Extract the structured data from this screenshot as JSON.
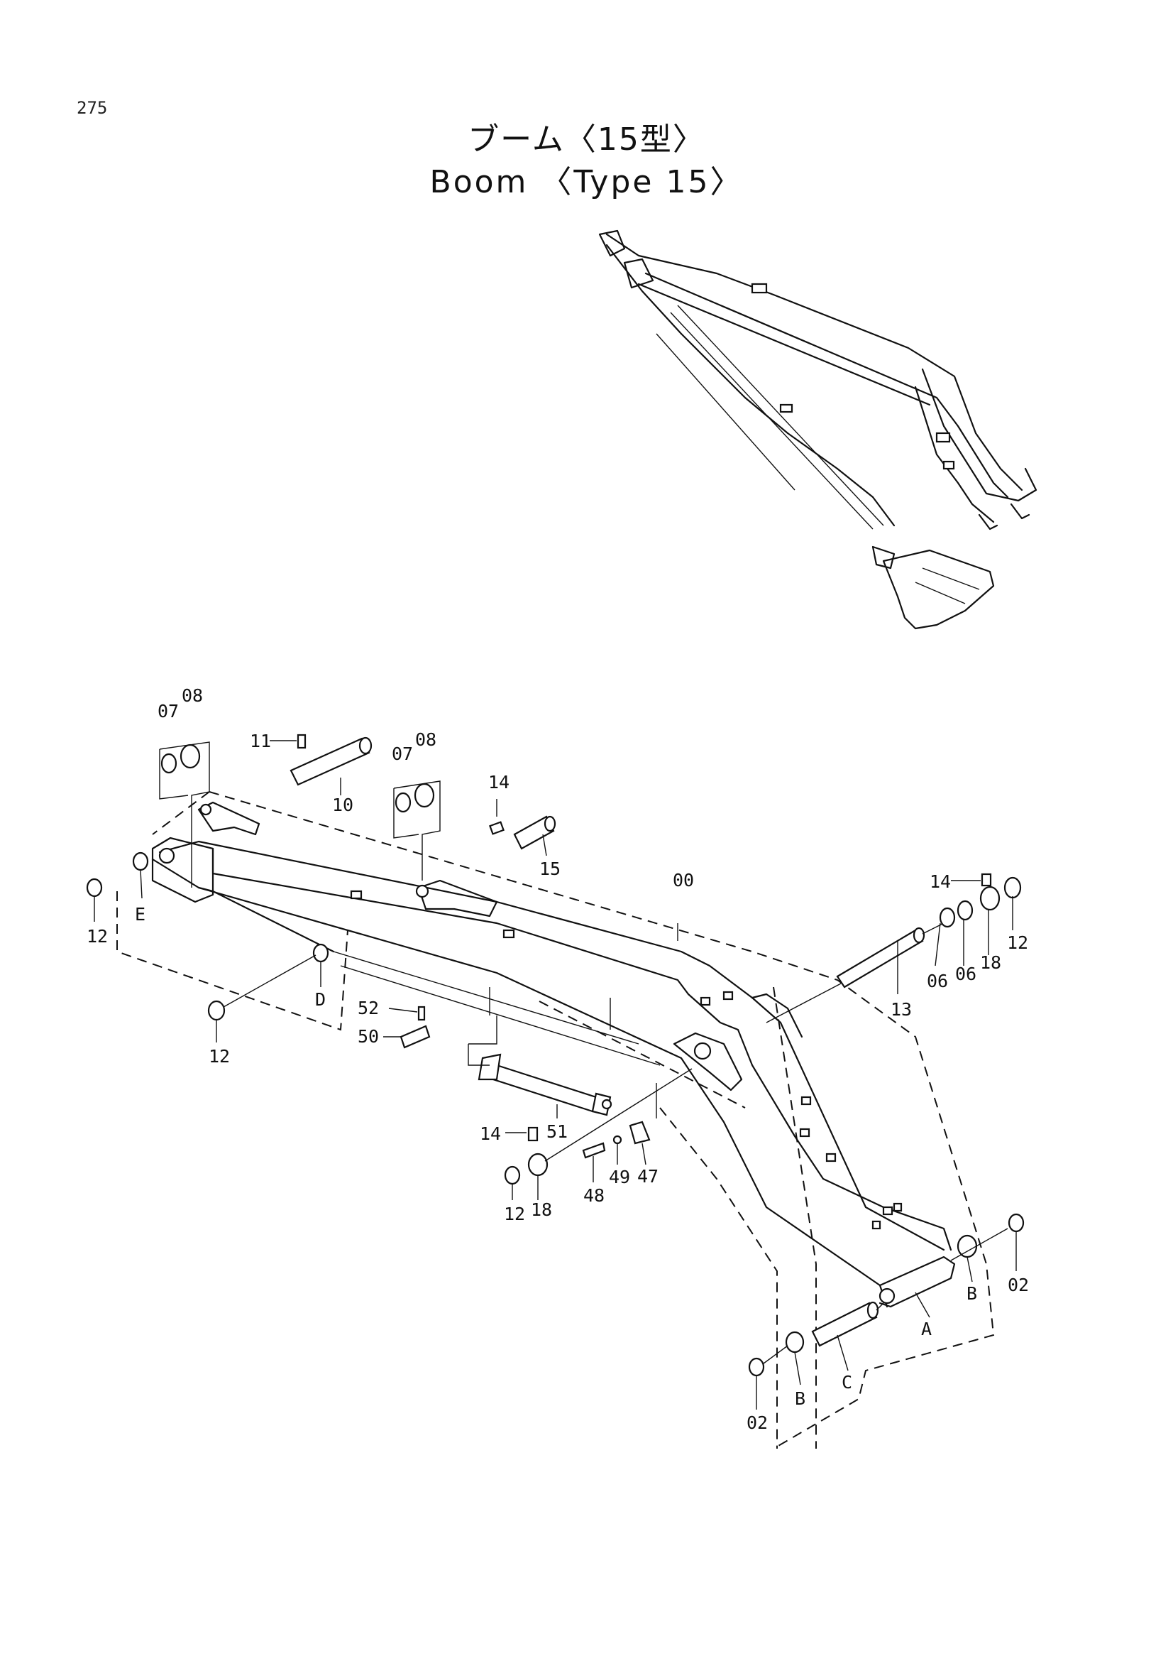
{
  "page": {
    "number": "275"
  },
  "title": {
    "japanese": "ブーム〈15型〉",
    "english": "Boom 〈Type 15〉"
  },
  "callouts": {
    "c00": "00",
    "c07a": "07",
    "c08a": "08",
    "c07b": "07",
    "c08b": "08",
    "c11": "11",
    "c10": "10",
    "c14a": "14",
    "c15": "15",
    "c14b": "14",
    "c06a": "06",
    "c06b": "06",
    "c18a": "18",
    "c12a": "12",
    "c13": "13",
    "c12b": "12",
    "cE": "E",
    "cD": "D",
    "c12c": "12",
    "c52": "52",
    "c50": "50",
    "c51": "51",
    "c14c": "14",
    "c12d": "12",
    "c18b": "18",
    "c48": "48",
    "c49": "49",
    "c47": "47",
    "cA": "A",
    "cB1": "B",
    "c02a": "02",
    "cC": "C",
    "cB2": "B",
    "c02b": "02"
  }
}
